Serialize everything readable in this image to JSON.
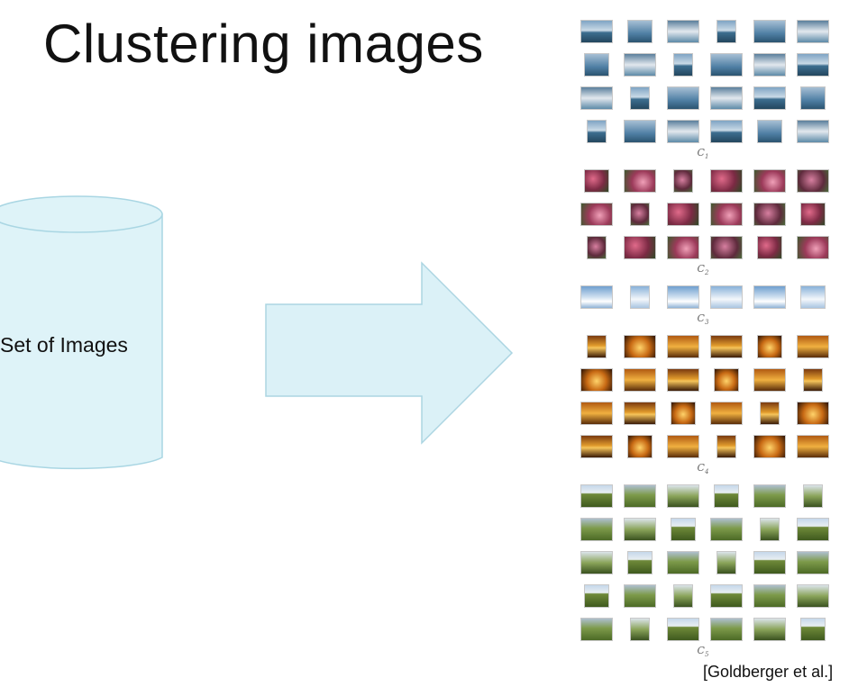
{
  "slide": {
    "title": "Clustering images",
    "database_label": "Set of Images",
    "citation": "[Goldberger et al.]"
  },
  "colors": {
    "cylinder_fill": "#def3f8",
    "cylinder_stroke": "#a9d6e3",
    "arrow_fill": "#dbf1f7",
    "arrow_stroke": "#acd5e2"
  },
  "clusters": [
    {
      "label": "C",
      "sub": "1",
      "rows": 4,
      "theme": "sea"
    },
    {
      "label": "C",
      "sub": "2",
      "rows": 3,
      "theme": "flower"
    },
    {
      "label": "C",
      "sub": "3",
      "rows": 1,
      "theme": "sky"
    },
    {
      "label": "C",
      "sub": "4",
      "rows": 4,
      "theme": "sunset"
    },
    {
      "label": "C",
      "sub": "5",
      "rows": 5,
      "theme": "field"
    }
  ]
}
